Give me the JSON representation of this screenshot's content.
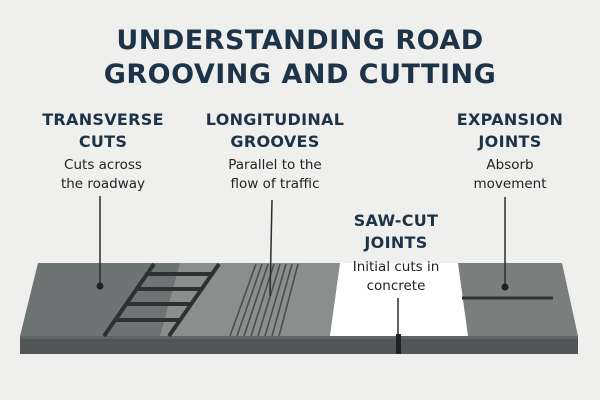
{
  "title": {
    "line1": "UNDERSTANDING ROAD",
    "line2": "GROOVING AND CUTTING"
  },
  "labels": {
    "transverse": {
      "heading_line1": "TRANSVERSE",
      "heading_line2": "CUTS",
      "desc_line1": "Cuts across",
      "desc_line2": "the roadway"
    },
    "longitudinal": {
      "heading_line1": "LONGITUDINAL",
      "heading_line2": "GROOVES",
      "desc_line1": "Parallel to the",
      "desc_line2": "flow of traffic"
    },
    "sawcut": {
      "heading_line1": "SAW-CUT",
      "heading_line2": "JOINTS",
      "desc_line1": "Initial cuts in",
      "desc_line2": "concrete"
    },
    "expansion": {
      "heading_line1": "EXPANSION",
      "heading_line2": "JOINTS",
      "desc_line1": "Absorb",
      "desc_line2": "movement"
    }
  },
  "colors": {
    "title": "#1d3347",
    "road_dark": "#6e7474",
    "road_mid": "#8a8f8e",
    "road_edge": "#505555",
    "concrete": "#ffffff",
    "groove": "#3a3d3d",
    "leader": "#2a2d2d"
  }
}
